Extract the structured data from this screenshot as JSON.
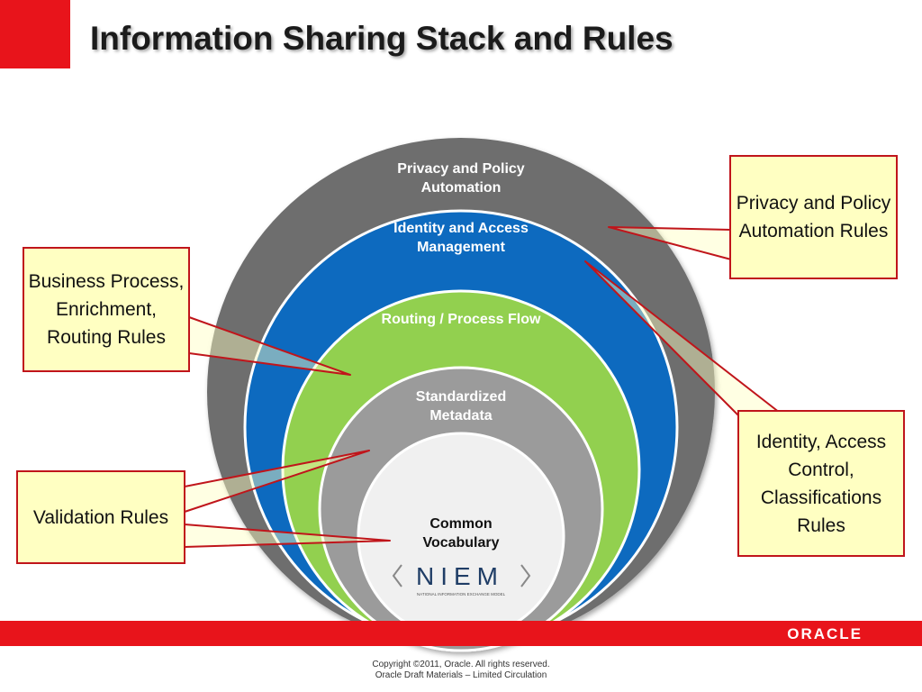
{
  "slide": {
    "title": "Information Sharing Stack and Rules"
  },
  "layers": [
    {
      "label": "Privacy and Policy Automation",
      "color": "#6e6e6e"
    },
    {
      "label": "Identity and Access Management",
      "color": "#0a6bbf"
    },
    {
      "label": "Routing / Process Flow",
      "color": "#92d050"
    },
    {
      "label": "Standardized Metadata",
      "color": "#9b9b9b"
    },
    {
      "label": "Common Vocabulary",
      "color": "#f0f0f0"
    }
  ],
  "niem_logo": {
    "text": "NIEM",
    "tagline": "NATIONAL INFORMATION EXCHANGE MODEL"
  },
  "callouts": {
    "privacy": "Privacy and Policy Automation Rules",
    "business": "Business Process, Enrichment, Routing Rules",
    "validation": "Validation Rules",
    "identity": "Identity, Access Control, Classifications Rules"
  },
  "footer": {
    "brand": "ORACLE",
    "copyright_line1": "Copyright ©2011, Oracle. All rights reserved.",
    "copyright_line2": "Oracle Draft Materials – Limited Circulation"
  },
  "colors": {
    "accent_red": "#e8141b",
    "callout_fill": "#ffffc2",
    "callout_border": "#c0151b"
  }
}
